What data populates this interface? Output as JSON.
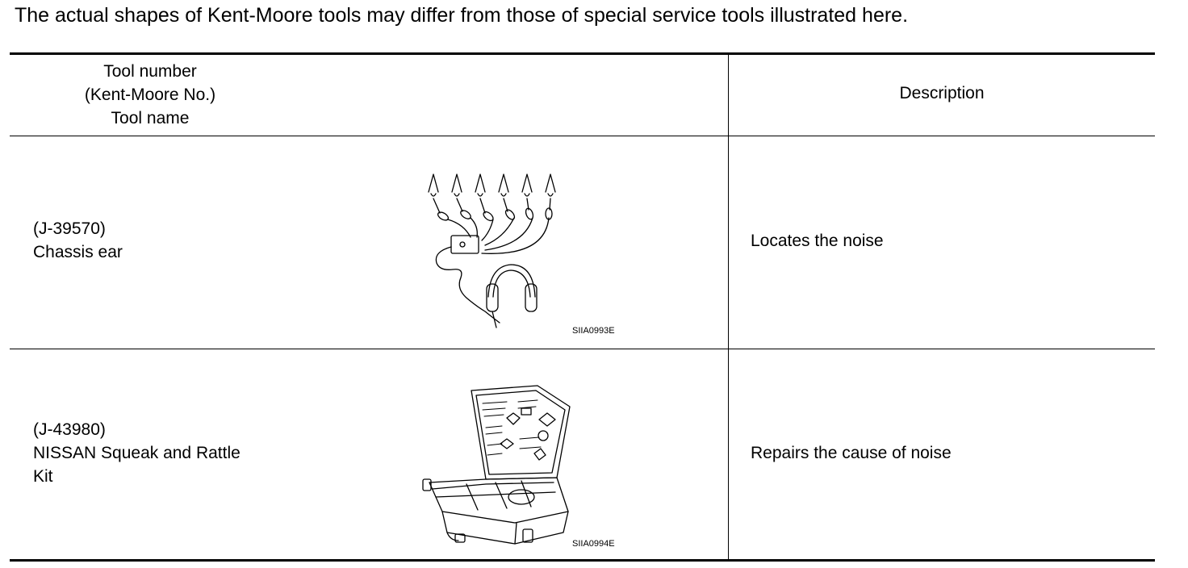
{
  "intro": "The actual shapes of Kent-Moore tools may differ from those of special service tools illustrated here.",
  "header": {
    "col1_line1": "Tool number",
    "col1_line2": "(Kent-Moore No.)",
    "col1_line3": "Tool name",
    "col2": "Description"
  },
  "rows": [
    {
      "tool_number": "(J-39570)",
      "tool_name_line1": "Chassis ear",
      "image_code": "SIIA0993E",
      "description": "Locates the noise"
    },
    {
      "tool_number": "(J-43980)",
      "tool_name_line1": "NISSAN Squeak and Rattle",
      "tool_name_line2": "Kit",
      "image_code": "SIIA0994E",
      "description": "Repairs the cause of noise"
    }
  ]
}
